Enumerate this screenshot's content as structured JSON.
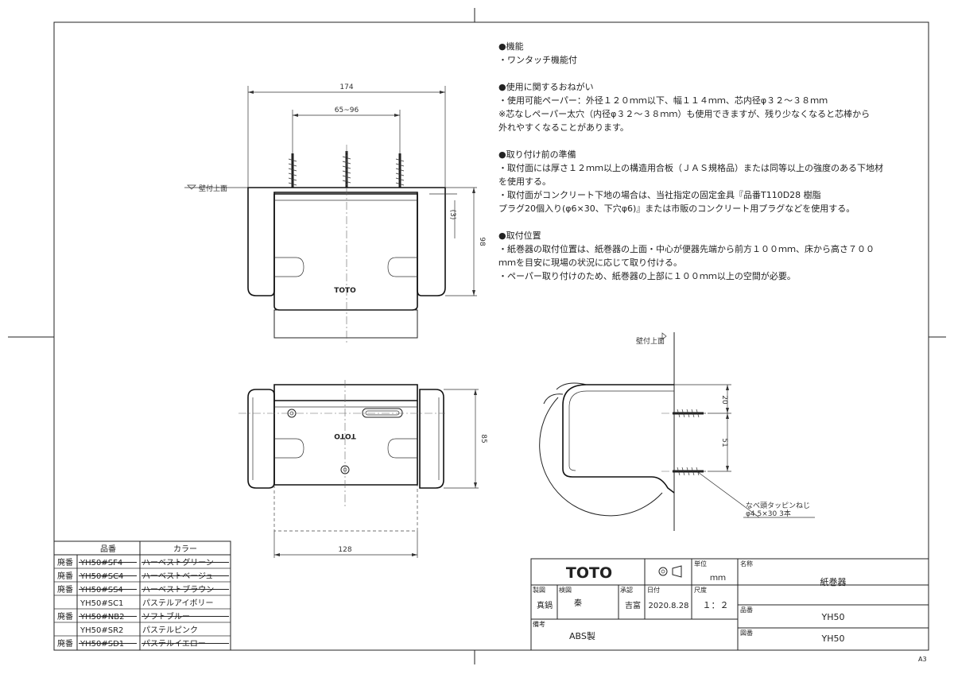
{
  "notes": {
    "sections": [
      {
        "heading": "●機能",
        "lines": [
          "・ワンタッチ機能付"
        ]
      },
      {
        "heading": "●使用に関するおねがい",
        "lines": [
          "・使用可能ペーパー：外径１２０ｍｍ以下、幅１１４ｍｍ、芯内径φ３２～３８ｍｍ",
          "※芯なしペーパー太穴（内径φ３２～３８ｍｍ）も使用できますが、残り少なくなると芯棒から",
          "外れやすくなることがあります。"
        ]
      },
      {
        "heading": "●取り付け前の準備",
        "lines": [
          "・取付面には厚さ１２ｍｍ以上の構造用合板（ＪＡＳ規格品）または同等以上の強度のある下地材",
          "を使用する。",
          "・取付面がコンクリート下地の場合は、当社指定の固定金具『品番T110D28 樹脂",
          "プラグ20個入り(φ6×30、下穴φ6)』または市販のコンクリート用プラグなどを使用する。"
        ]
      },
      {
        "heading": "●取付位置",
        "lines": [
          "・紙巻器の取付位置は、紙巻器の上面・中心が便器先端から前方１００ｍｍ、床から高さ７００",
          "ｍｍを目安に現場の状況に応じて取り付ける。",
          "・ペーパー取り付けのため、紙巻器の上部に１００ｍｍ以上の空間が必要。"
        ]
      }
    ]
  },
  "drawing": {
    "front": {
      "dim_width": "174",
      "dim_pitch": "65~96",
      "dim_height": "98",
      "dim_gap": "(3)",
      "wall_label": "壁付上面",
      "logo": "TOTO"
    },
    "bottom": {
      "dim_height": "85",
      "dim_width": "128",
      "logo": "TOTO"
    },
    "side": {
      "wall_label": "壁付上面",
      "dim_upper": "20",
      "dim_pitch": "51",
      "screw_name": "なべ頭タッピンねじ",
      "screw_spec": "φ4.5×30  3本"
    }
  },
  "colors_table": {
    "header_part": "品番",
    "header_color": "カラー",
    "rows": [
      {
        "status": "廃番",
        "part": "YH50#SF4",
        "color": "ハーベストグリーン",
        "struck": true
      },
      {
        "status": "廃番",
        "part": "YH50#SC4",
        "color": "ハーベストベージュ",
        "struck": true
      },
      {
        "status": "廃番",
        "part": "YH50#SS4",
        "color": "ハーベストブラウン",
        "struck": true
      },
      {
        "status": "",
        "part": "YH50#SC1",
        "color": "パステルアイボリー",
        "struck": false
      },
      {
        "status": "廃番",
        "part": "YH50#NB2",
        "color": "ソフトブルー",
        "struck": true
      },
      {
        "status": "",
        "part": "YH50#SR2",
        "color": "パステルピンク",
        "struck": false
      },
      {
        "status": "廃番",
        "part": "YH50#SD1",
        "color": "パステルイエロー",
        "struck": true
      }
    ]
  },
  "title_block": {
    "brand": "TOTO",
    "unit_label": "単位",
    "unit": "ｍｍ",
    "name_label": "名称",
    "name": "紙巻器",
    "drawn_label": "製図",
    "drawn": "真鍋",
    "checked_label": "検図",
    "checked": "秦",
    "approved_label": "承認",
    "approved": "吉富",
    "date_label": "日付",
    "date": "2020.8.28",
    "scale_label": "尺度",
    "scale": "１：２",
    "part_label": "品番",
    "part": "YH50",
    "remarks_label": "備考",
    "remarks": "ABS製",
    "drawing_no_label": "図番",
    "drawing_no": "YH50",
    "sheet": "A3"
  }
}
